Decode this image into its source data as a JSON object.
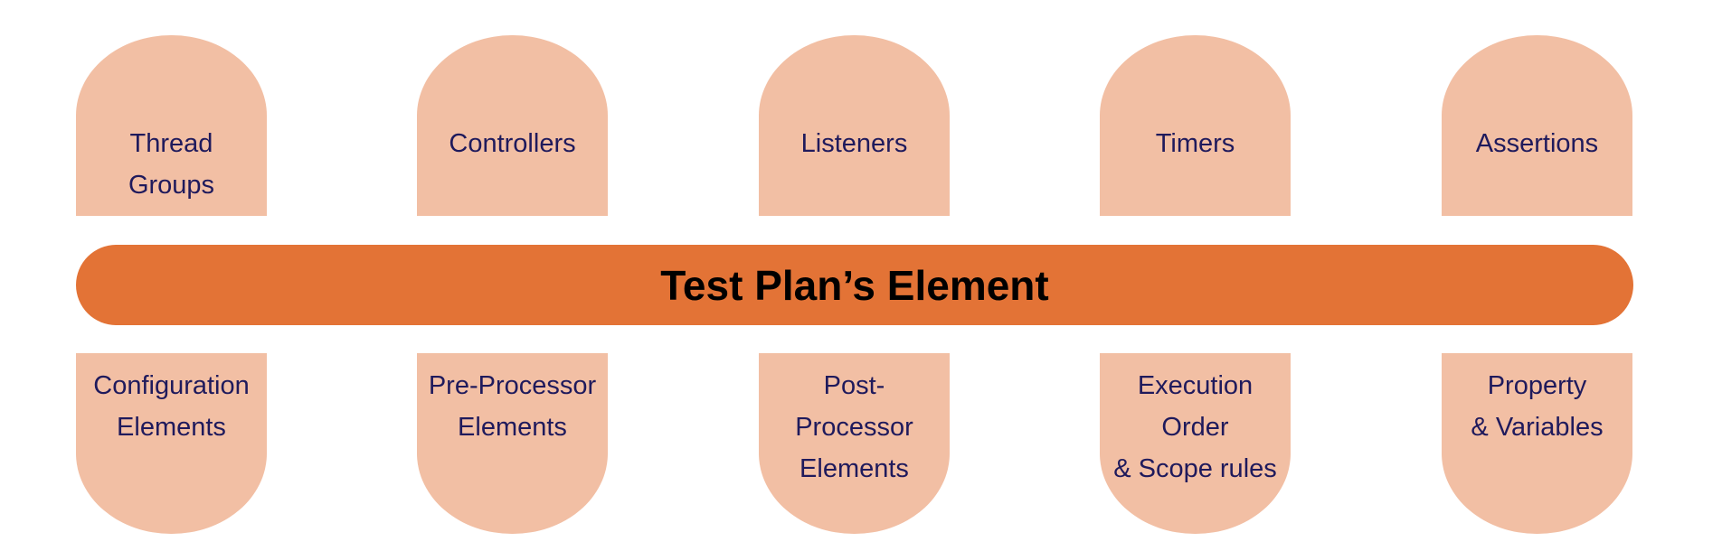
{
  "title": "Test Plan’s Element",
  "colors": {
    "card": "#f2bfa4",
    "bar": "#e37336",
    "text": "#1f1a5c"
  },
  "top_items": [
    {
      "lines": [
        "Thread",
        "Groups"
      ]
    },
    {
      "lines": [
        "Controllers"
      ]
    },
    {
      "lines": [
        "Listeners"
      ]
    },
    {
      "lines": [
        "Timers"
      ]
    },
    {
      "lines": [
        "Assertions"
      ]
    }
  ],
  "bottom_items": [
    {
      "lines": [
        "Configuration",
        "Elements"
      ]
    },
    {
      "lines": [
        "Pre-Processor",
        "Elements"
      ]
    },
    {
      "lines": [
        "Post-",
        "Processor",
        "Elements"
      ]
    },
    {
      "lines": [
        "Execution",
        "Order",
        "& Scope rules"
      ]
    },
    {
      "lines": [
        "Property",
        "& Variables"
      ]
    }
  ]
}
